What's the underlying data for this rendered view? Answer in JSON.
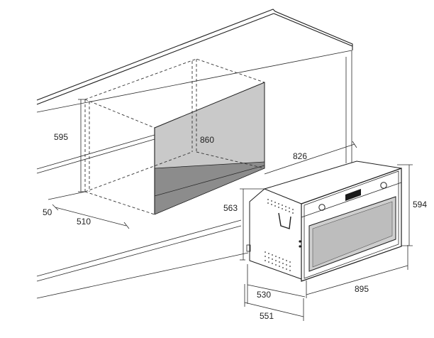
{
  "dimensions": {
    "d595": "595",
    "d860": "860",
    "d826": "826",
    "d563": "563",
    "d594": "594",
    "d50": "50",
    "d510": "510",
    "d530": "530",
    "d551": "551",
    "d895": "895"
  },
  "colors": {
    "line": "#1e1e1e",
    "niche_back": "#c9c9c9",
    "niche_floor": "#8c8c8c",
    "oven_window": "#cfcfcf",
    "oven_window_inner": "#bdbdbd",
    "display": "#1a1a1a"
  }
}
